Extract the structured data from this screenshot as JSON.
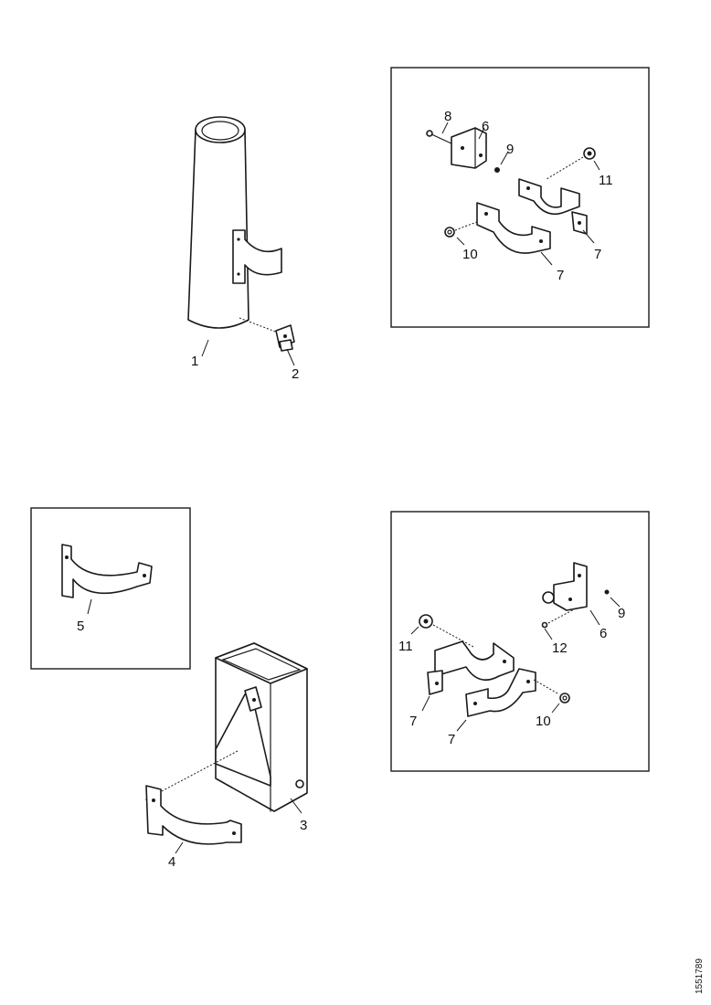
{
  "callouts": {
    "p1": "1",
    "p2": "2",
    "p3": "3",
    "p4": "4",
    "p5": "5",
    "i1_8": "8",
    "i1_6": "6",
    "i1_9": "9",
    "i1_11": "11",
    "i1_10": "10",
    "i1_7a": "7",
    "i1_7b": "7",
    "i2_11": "11",
    "i2_7a": "7",
    "i2_7b": "7",
    "i2_10": "10",
    "i2_12": "12",
    "i2_6": "6",
    "i2_9": "9"
  },
  "document_id": "1551789"
}
